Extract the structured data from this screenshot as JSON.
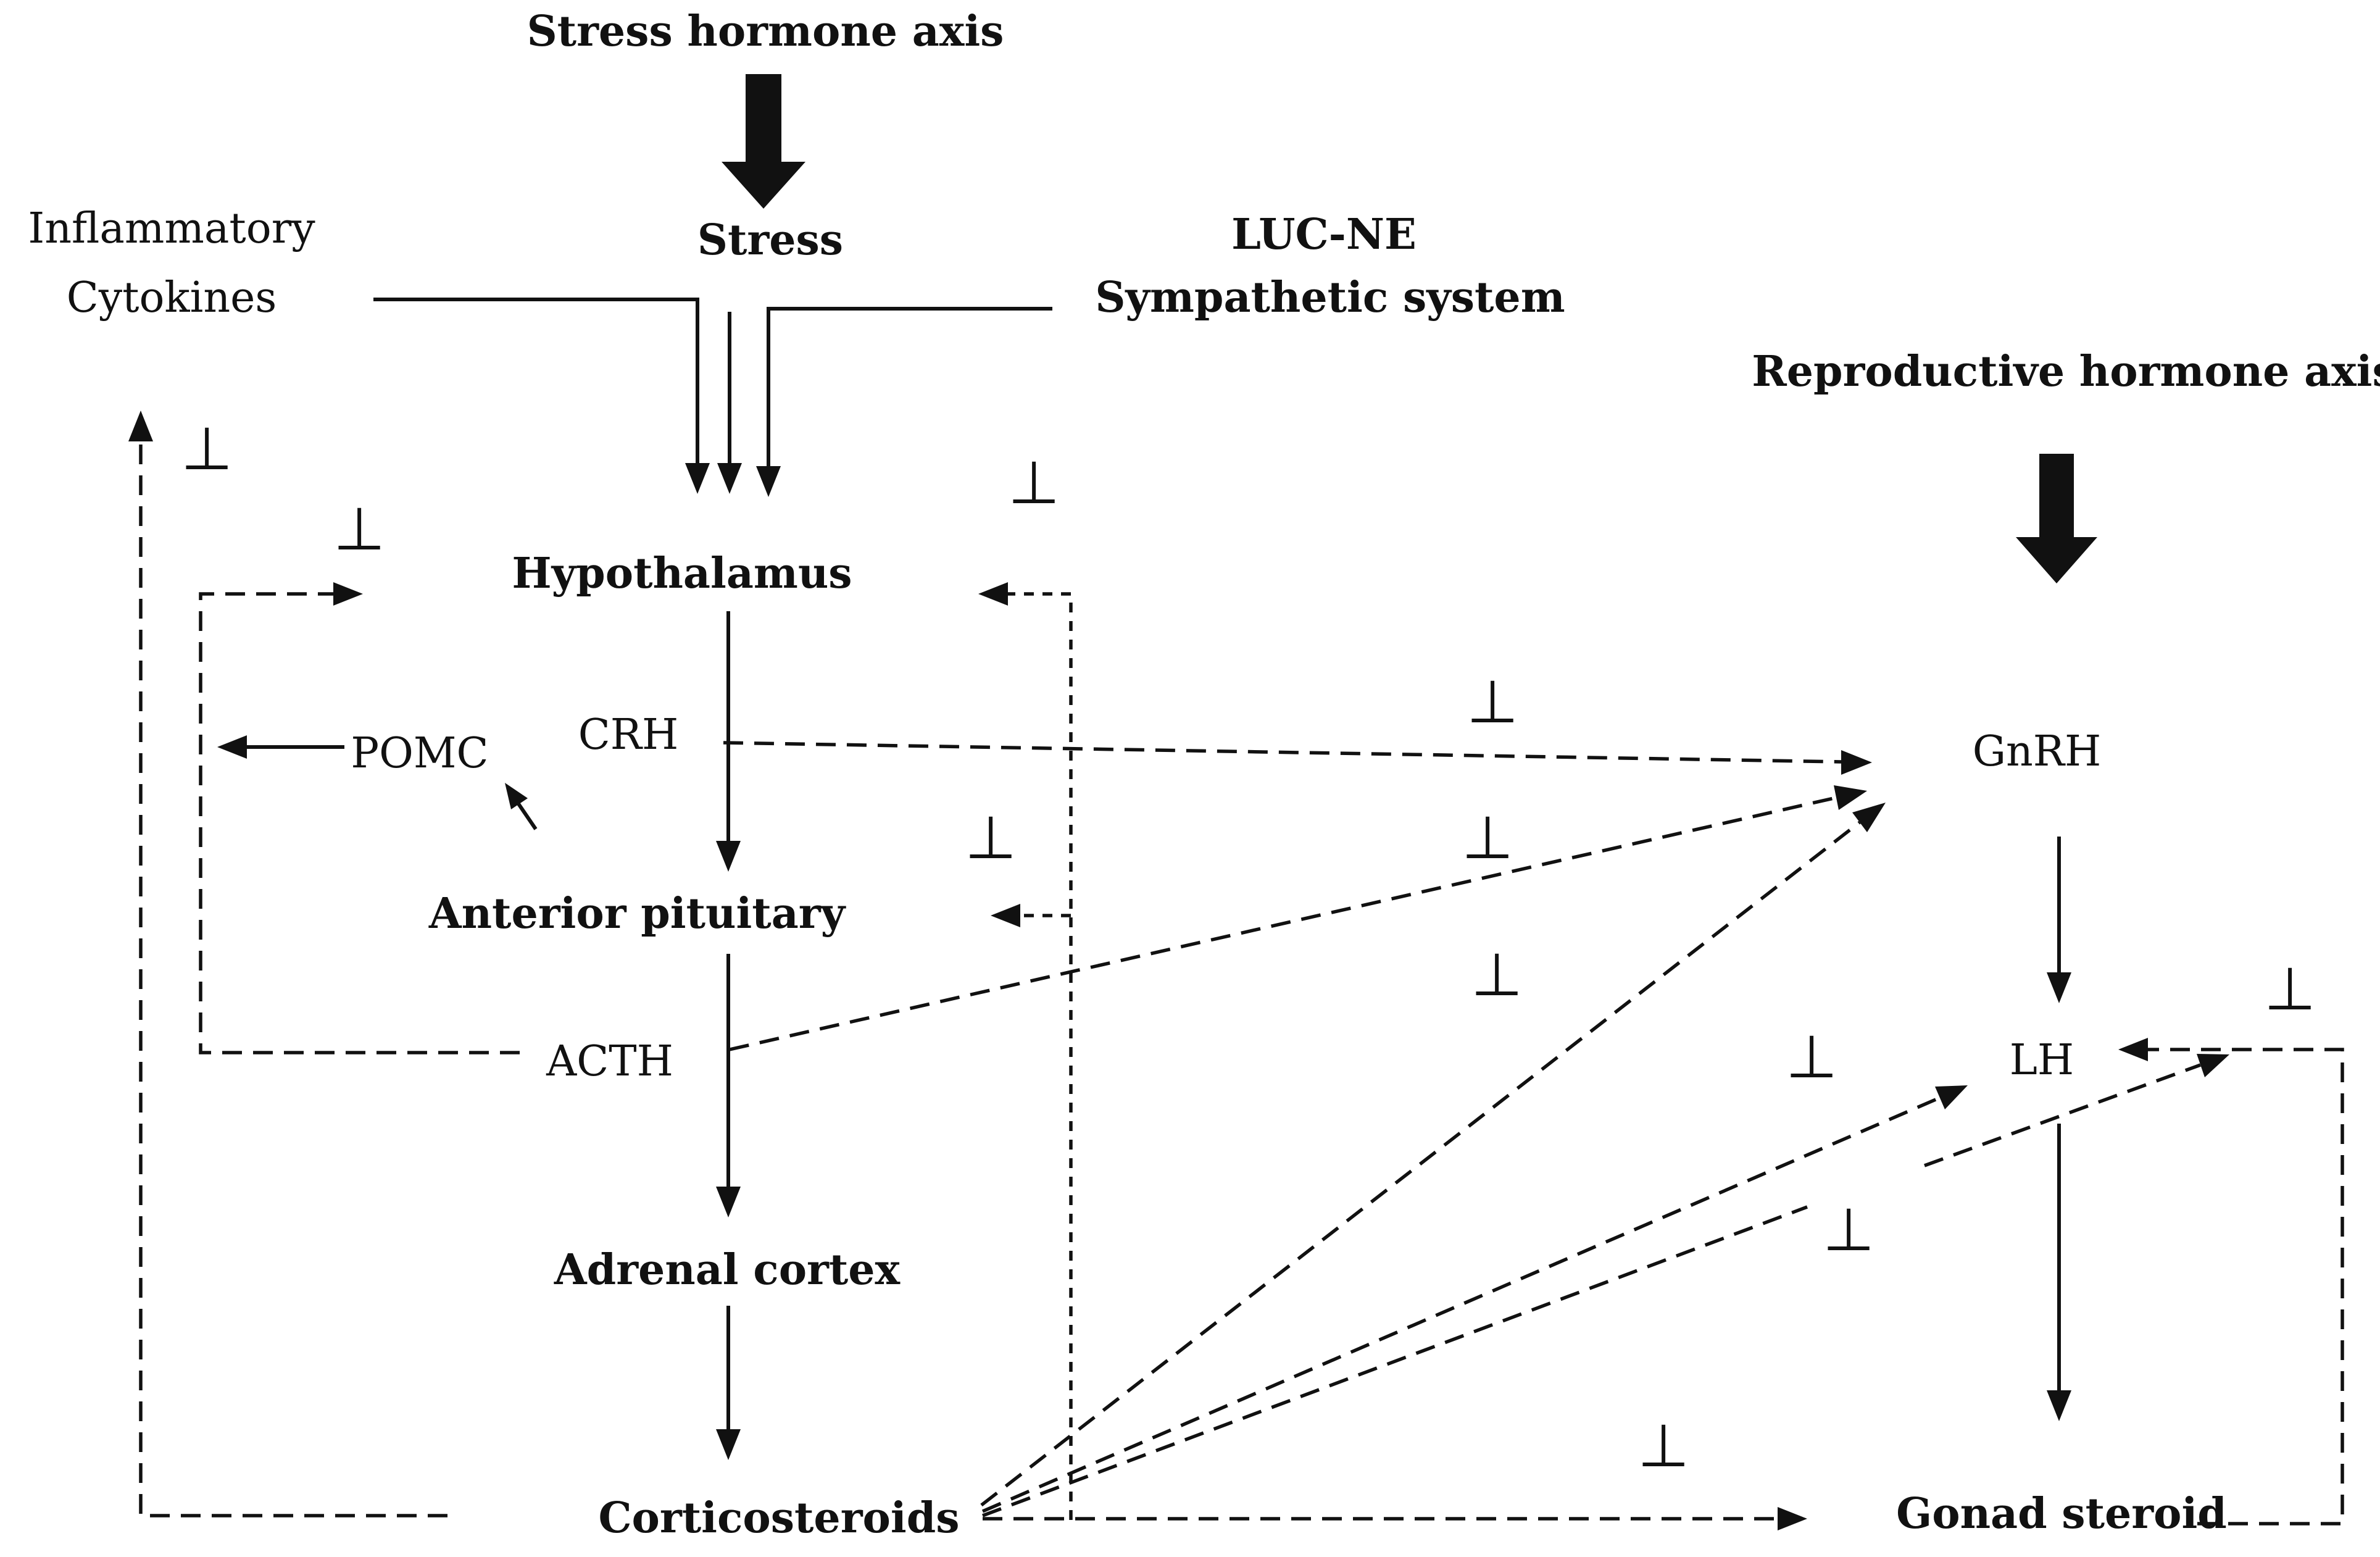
{
  "titles": {
    "stress_axis": "Stress hormone axis",
    "reproductive_axis": "Reproductive hormone axis"
  },
  "inputs": {
    "inflammatory_line1": "Inflammatory",
    "inflammatory_line2": "Cytokines",
    "stress": "Stress",
    "luc_line1": "LUC-NE",
    "luc_line2": "Sympathetic system"
  },
  "stress_nodes": {
    "hypothalamus": "Hypothalamus",
    "crh": "CRH",
    "pomc": "POMC",
    "anterior_pituitary": "Anterior pituitary",
    "acth": "ACTH",
    "adrenal_cortex": "Adrenal cortex",
    "corticosteroids": "Corticosteroids"
  },
  "repro_nodes": {
    "gnrh": "GnRH",
    "lh": "LH",
    "gonad_steroid": "Gonad steroid"
  },
  "inhibition_symbol": "⊥"
}
